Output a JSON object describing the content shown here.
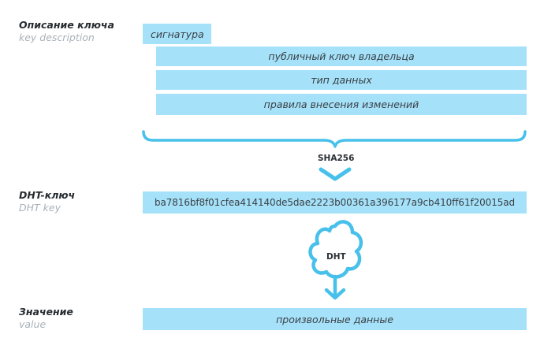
{
  "labels": {
    "key_description": {
      "main": "Описание ключа",
      "sub": "key description"
    },
    "dht_key": {
      "main": "DHT-ключ",
      "sub": "DHT key"
    },
    "value": {
      "main": "Значение",
      "sub": "value"
    }
  },
  "boxes": {
    "signature": "сигнатура",
    "public_key": "публичный ключ владельца",
    "data_type": "тип данных",
    "change_rules": "правила внесения изменений",
    "hash_value": "ba7816bf8f01cfea414140de5dae2223b00361a396177a9cb410ff61f20015ad",
    "arbitrary_data": "произвольные данные"
  },
  "steps": {
    "hash_function": "SHA256",
    "dht": "DHT"
  },
  "colors": {
    "box_fill": "#a5e2fa",
    "accent": "#47c0eb",
    "label_text": "#262b30",
    "sublabel_text": "#a9b1b8"
  }
}
